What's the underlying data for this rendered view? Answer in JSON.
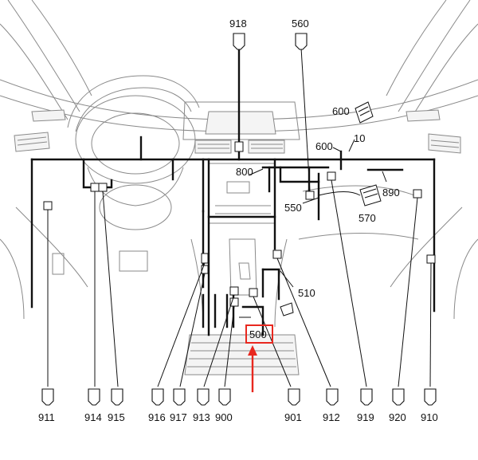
{
  "labels": {
    "l918": "918",
    "l560": "560",
    "l600a": "600",
    "l600b": "600",
    "l10": "10",
    "l800": "800",
    "l890": "890",
    "l550": "550",
    "l570": "570",
    "l510": "510",
    "l500": "500",
    "b911": "911",
    "b914": "914",
    "b915": "915",
    "b916": "916",
    "b917": "917",
    "b913": "913",
    "b900": "900",
    "b901": "901",
    "b912": "912",
    "b919": "919",
    "b920": "920",
    "b910": "910"
  },
  "highlight": {
    "label": "500",
    "color": "#e8281f"
  },
  "colors": {
    "wire": "#111111",
    "background": "#8a8a8a"
  }
}
